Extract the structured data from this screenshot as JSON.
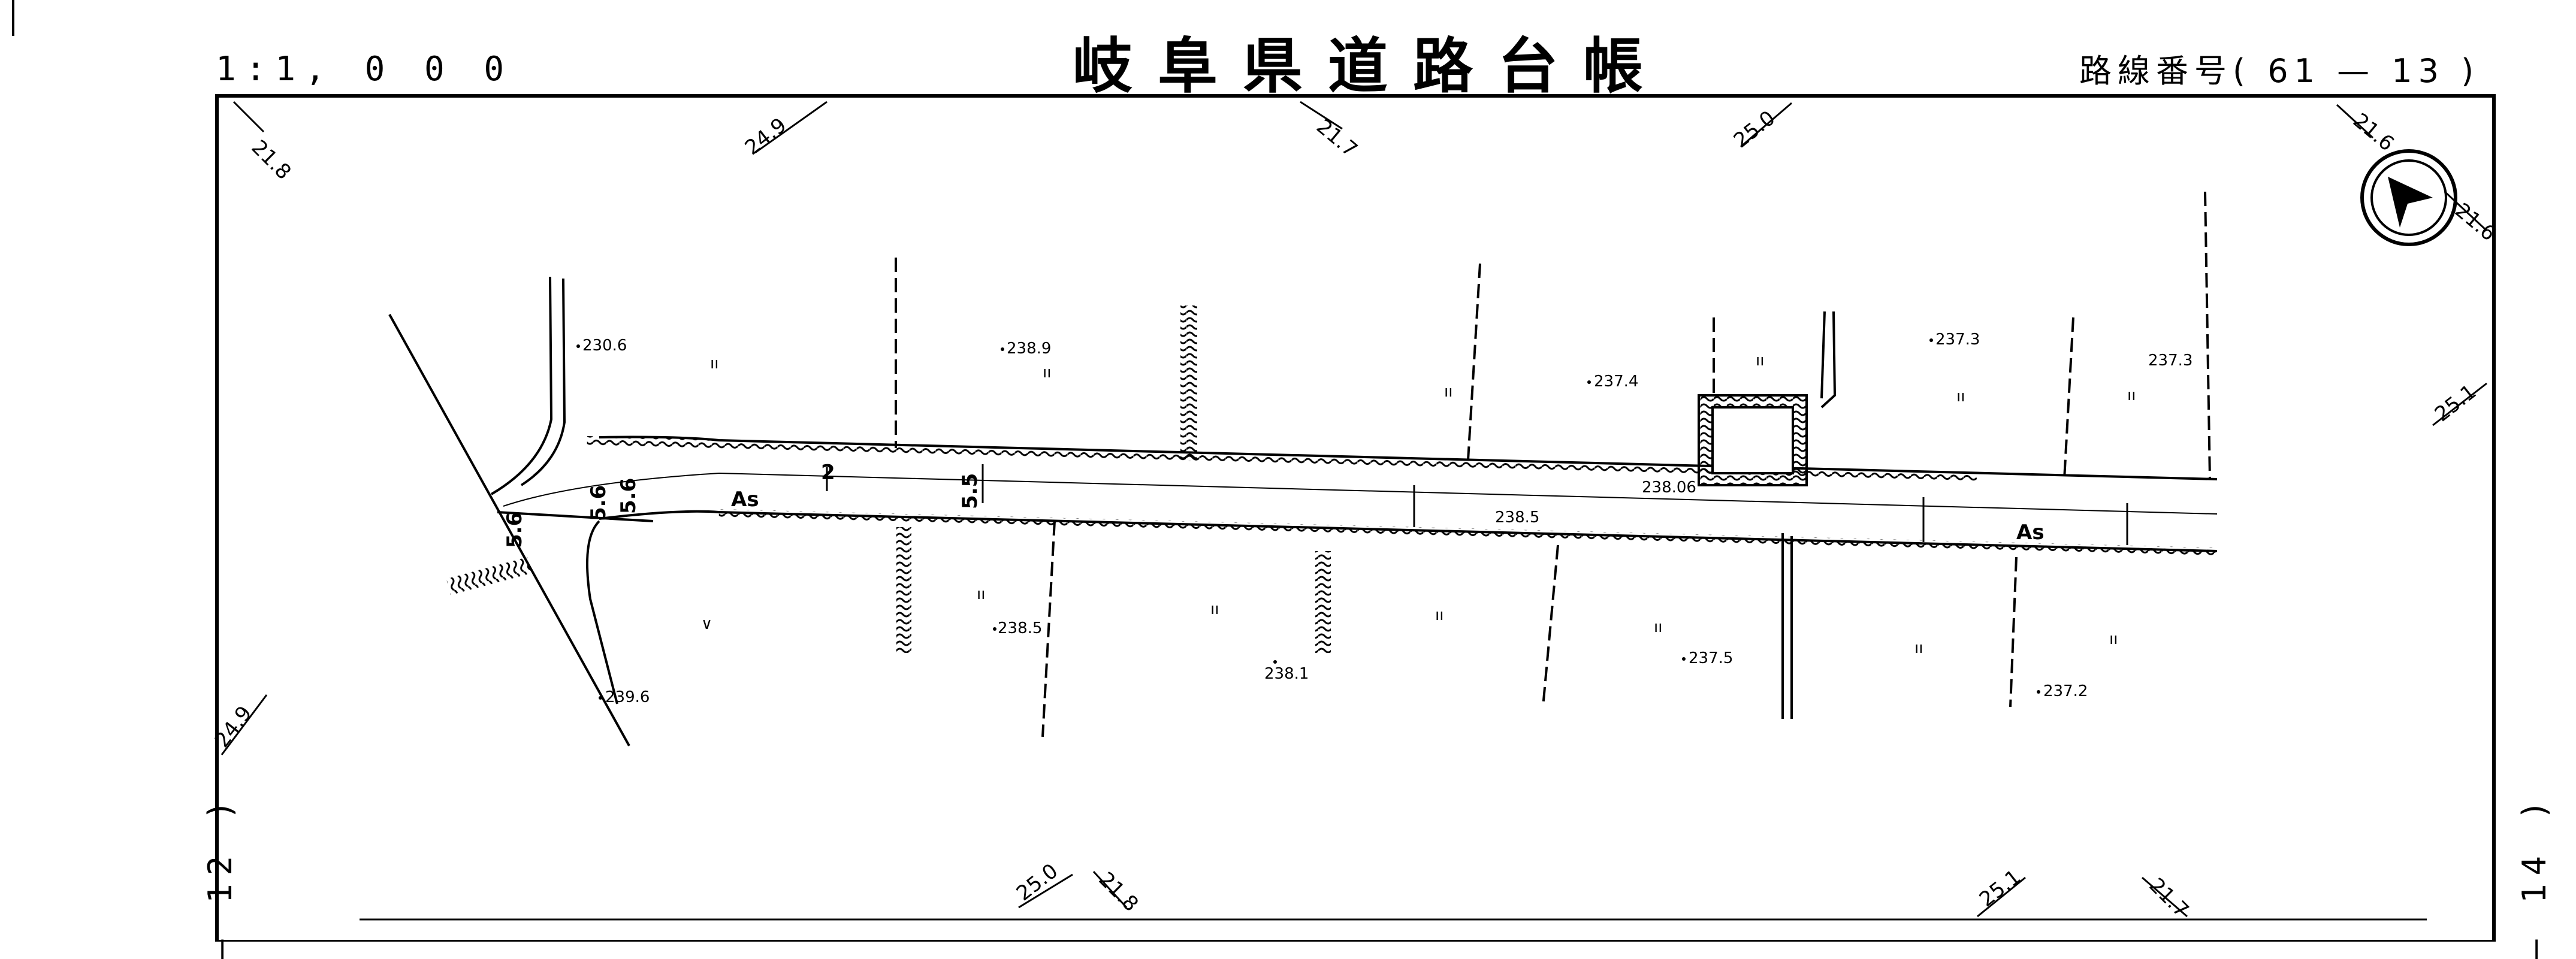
{
  "header": {
    "scale": "1:1, 0 0 0",
    "title": "岐阜県道路台帳",
    "route_label": "路線番号(",
    "route_number": "61 — 13 )"
  },
  "sheet_refs": {
    "left": "— 12 )",
    "right": "— 14 )"
  },
  "north_arrow_icon": "north-arrow-icon",
  "grid_labels": {
    "g1": "21.8",
    "g2": "24.9",
    "g3": "21.7",
    "g4": "25.0",
    "g5": "21.6",
    "g6": "21.6",
    "g7": "25.1",
    "g8": "24.9",
    "g9": "25.0",
    "g10": "21.8",
    "g11": "25.1",
    "g12": "21.7"
  },
  "elevations": {
    "e1": "230.6",
    "e2": "238.9",
    "e3": "237.4",
    "e4": "237.3",
    "e5": "237.3",
    "e6": "238.06",
    "e7": "238.5",
    "e8": "238.5",
    "e9": "238.1",
    "e10": "237.5",
    "e11": "237.2",
    "e12": "239.6"
  },
  "road": {
    "surface_1": "As",
    "surface_2": "As",
    "width_1": "2",
    "width_2": "5.6",
    "width_3": "5.6",
    "width_4": "5.6",
    "width_5": "5.5"
  },
  "symbols": {
    "field_mark": "ıı",
    "field_mark_alt": "∨"
  }
}
